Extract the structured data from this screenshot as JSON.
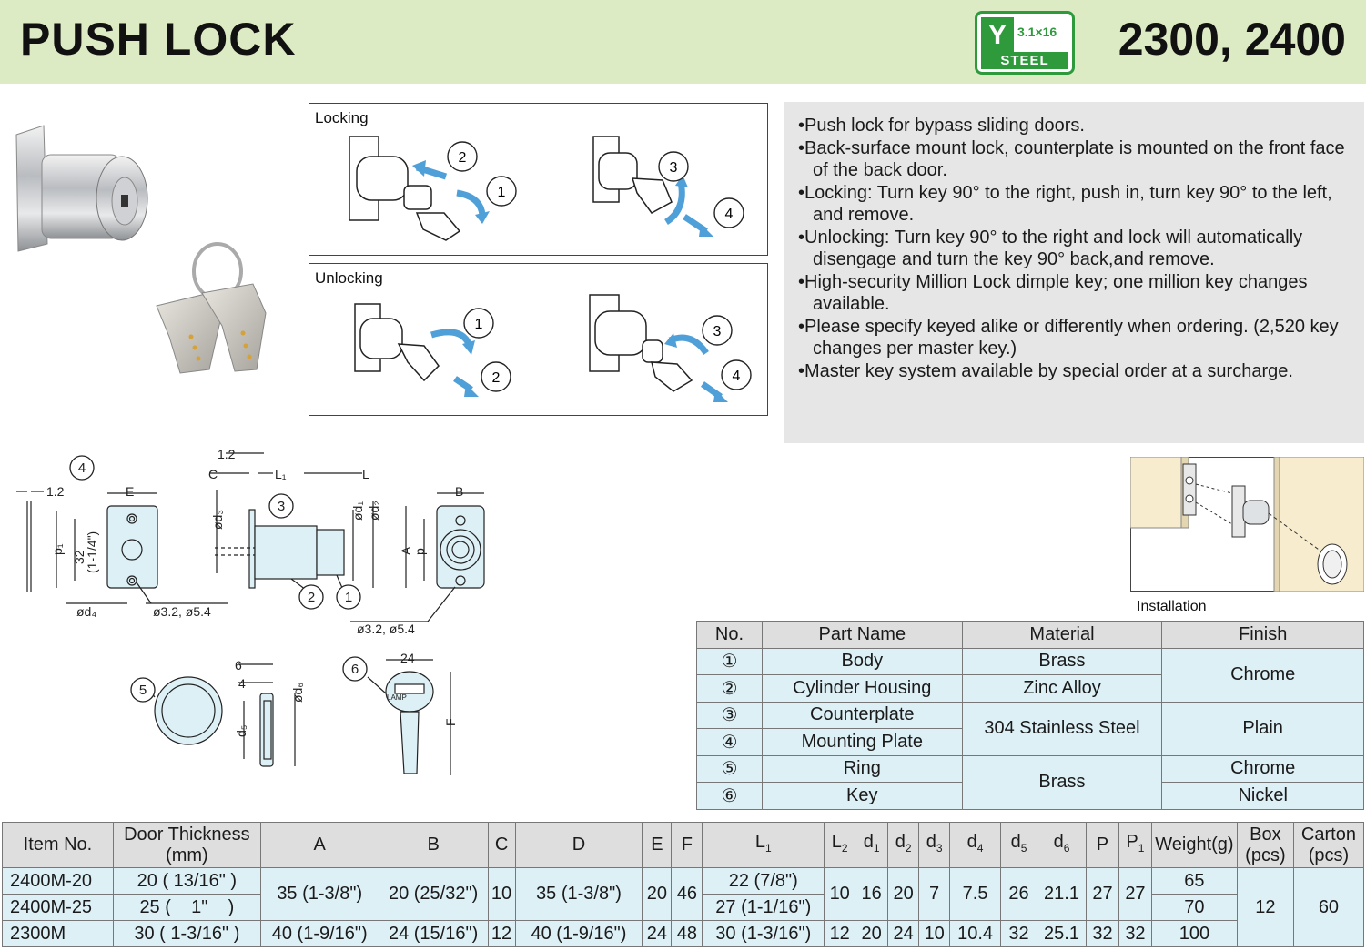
{
  "header": {
    "title": "PUSH LOCK",
    "model": "2300, 2400",
    "badge": {
      "size": "3.1×16",
      "material": "STEEL"
    }
  },
  "operation": {
    "locking_label": "Locking",
    "unlocking_label": "Unlocking",
    "step_1": "1",
    "step_2": "2",
    "step_3": "3",
    "step_4": "4"
  },
  "description": [
    "Push lock for bypass sliding doors.",
    "Back-surface mount lock, counterplate is mounted on the front face of the back door.",
    "Locking: Turn key 90° to the right, push in, turn key 90° to the left, and remove.",
    "Unlocking: Turn key 90° to the right and lock will automatically disengage and turn the key 90° back,and remove.",
    "High-security Million Lock dimple key; one million key changes available.",
    "Please specify keyed alike or differently when ordering. (2,520 key changes per master key.)",
    "Master key system available by special order at a surcharge."
  ],
  "dimensions": {
    "d_1_2": "1.2",
    "E": "E",
    "B": "B",
    "C": "C",
    "L": "L",
    "L1": "L₁",
    "p1": "p₁",
    "p": "p",
    "A": "A",
    "F": "F",
    "d32": "32",
    "d32_in": "(1-1/4\")",
    "od4": "ød₄",
    "od3": "ød₃",
    "od1": "ød₁",
    "od2": "ød₂",
    "od6": "ød₆",
    "d5": "d₅",
    "holes": "ø3.2, ø5.4",
    "d6": "6",
    "d4": "4",
    "d24": "24",
    "n1": "1",
    "n2": "2",
    "n3": "3",
    "n4": "4",
    "n5": "5",
    "n6": "6",
    "key_brand": "LAMP"
  },
  "installation_label": "Installation",
  "parts_table": {
    "headers": [
      "No.",
      "Part Name",
      "Material",
      "Finish"
    ],
    "numbers": [
      "①",
      "②",
      "③",
      "④",
      "⑤",
      "⑥"
    ],
    "names": [
      "Body",
      "Cylinder Housing",
      "Counterplate",
      "Mounting Plate",
      "Ring",
      "Key"
    ],
    "materials": [
      "Brass",
      "Zinc Alloy",
      "304 Stainless Steel",
      "Brass"
    ],
    "finishes": [
      "Chrome",
      "Plain",
      "Chrome",
      "Nickel"
    ]
  },
  "spec_table": {
    "headers": {
      "item": "Item No.",
      "door": "Door Thickness",
      "door_unit": "(mm)",
      "A": "A",
      "B": "B",
      "C": "C",
      "D": "D",
      "E": "E",
      "F": "F",
      "L1": "L",
      "L1s": "1",
      "L2": "L",
      "L2s": "2",
      "d1": "d",
      "d1s": "1",
      "d2": "d",
      "d2s": "2",
      "d3": "d",
      "d3s": "3",
      "d4": "d",
      "d4s": "4",
      "d5": "d",
      "d5s": "5",
      "d6": "d",
      "d6s": "6",
      "P": "P",
      "P1": "P",
      "P1s": "1",
      "weight": "Weight(g)",
      "box": "Box",
      "box_unit": "(pcs)",
      "carton": "Carton",
      "carton_unit": "(pcs)"
    },
    "rows": [
      {
        "item": "2400M-20",
        "door": "20 ( 13/16\" )",
        "L1": "22 (7/8\")",
        "weight": "65"
      },
      {
        "item": "2400M-25",
        "door": "25 (    1\"    )",
        "L1": "27 (1-1/16\")",
        "weight": "70"
      },
      {
        "item": "2300M",
        "door": "30 ( 1-3/16\" )",
        "A": "40 (1-9/16\")",
        "B": "24 (15/16\")",
        "C": "12",
        "D": "40 (1-9/16\")",
        "E": "24",
        "F": "48",
        "L1": "30 (1-3/16\")",
        "L2": "12",
        "d1": "20",
        "d2": "24",
        "d3": "10",
        "d4": "10.4",
        "d5": "32",
        "d6": "25.1",
        "P": "32",
        "P1": "32",
        "weight": "100"
      }
    ],
    "shared": {
      "A": "35 (1-3/8\")",
      "B": "20 (25/32\")",
      "C": "10",
      "D": "35 (1-3/8\")",
      "E": "20",
      "F": "46",
      "L2": "10",
      "d1": "16",
      "d2": "20",
      "d3": "7",
      "d4": "7.5",
      "d5": "26",
      "d6": "21.1",
      "P": "27",
      "P1": "27",
      "box": "12",
      "carton": "60"
    }
  }
}
